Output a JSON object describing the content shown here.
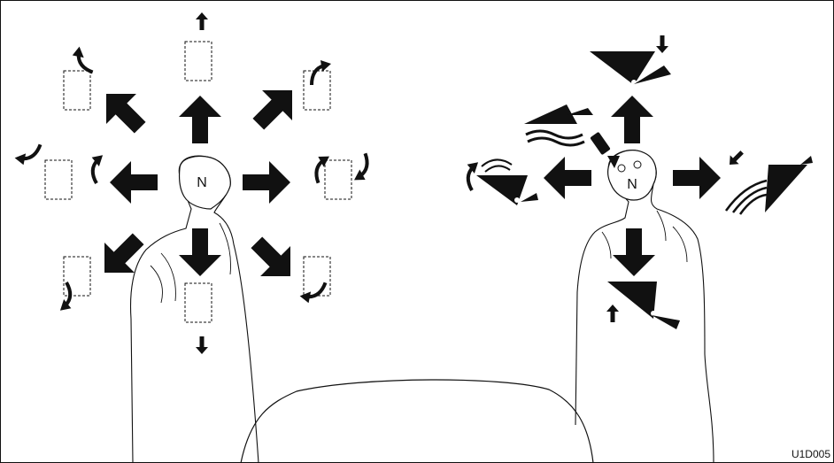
{
  "left_panel": {
    "knob_label": "N"
  },
  "right_panel": {
    "knob_label": "N"
  },
  "figure_code": "U1D005"
}
